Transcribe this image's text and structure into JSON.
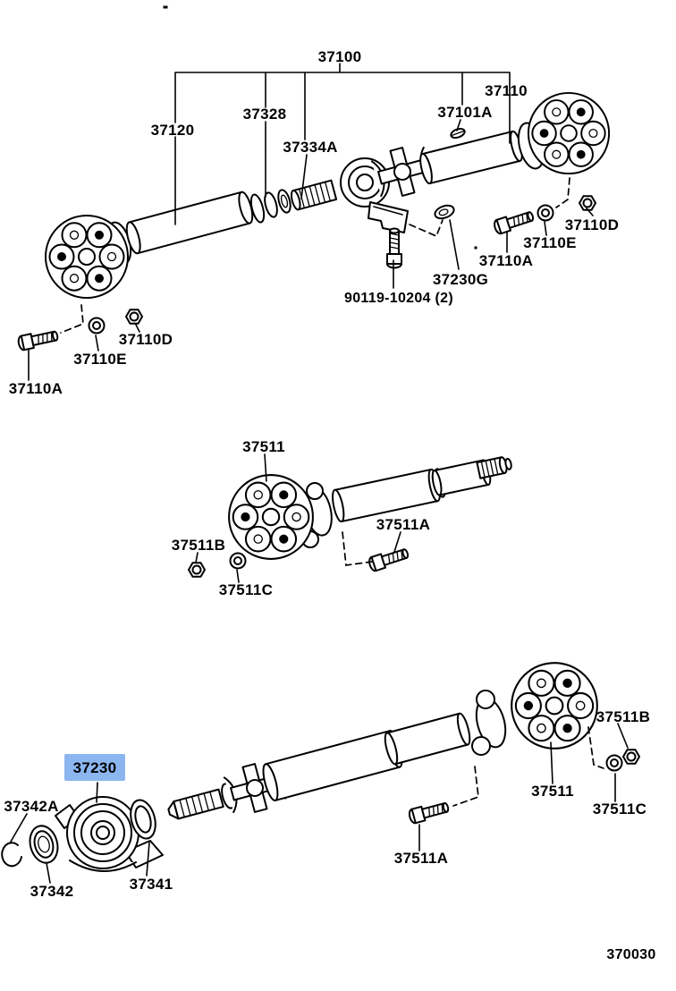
{
  "diagram": {
    "figure_number": "370030",
    "ink_color": "#000000",
    "background": "#ffffff",
    "highlight": {
      "bg": "#8cb6f0",
      "text": "#15357d"
    },
    "parts": [
      {
        "label": "37100",
        "region": "front-propeller-shaft-assembly"
      },
      {
        "label": "37120",
        "region": "front-shaft"
      },
      {
        "label": "37328",
        "region": "front-center-bearing"
      },
      {
        "label": "37334A",
        "region": "front-dust-ring"
      },
      {
        "label": "37101A",
        "region": "front-plug"
      },
      {
        "label": "37110",
        "region": "front-rear-section"
      },
      {
        "label": "37110D",
        "region": "right-nut"
      },
      {
        "label": "37110E",
        "region": "right-washer"
      },
      {
        "label": "37110A",
        "region": "right-bolt"
      },
      {
        "label": "37230G",
        "region": "bracket-clip"
      },
      {
        "label": "90119-10204 (2)",
        "region": "bracket-bolt"
      },
      {
        "label": "37110D",
        "region": "left-nut"
      },
      {
        "label": "37110E",
        "region": "left-washer"
      },
      {
        "label": "37110A",
        "region": "left-bolt"
      },
      {
        "label": "37511",
        "region": "mid-flex-coupling"
      },
      {
        "label": "37511A",
        "region": "mid-bolt"
      },
      {
        "label": "37511B",
        "region": "mid-nut"
      },
      {
        "label": "37511C",
        "region": "mid-washer"
      },
      {
        "label": "37511B",
        "region": "bottom-nut"
      },
      {
        "label": "37511",
        "region": "bottom-flex-coupling"
      },
      {
        "label": "37511C",
        "region": "bottom-washer"
      },
      {
        "label": "37230",
        "region": "center-support-bearing",
        "highlighted": true
      },
      {
        "label": "37342A",
        "region": "bearing-snap-ring"
      },
      {
        "label": "37342",
        "region": "bearing-dust-cover"
      },
      {
        "label": "37341",
        "region": "bearing-seal"
      },
      {
        "label": "37511A",
        "region": "bottom-bolt"
      }
    ]
  }
}
